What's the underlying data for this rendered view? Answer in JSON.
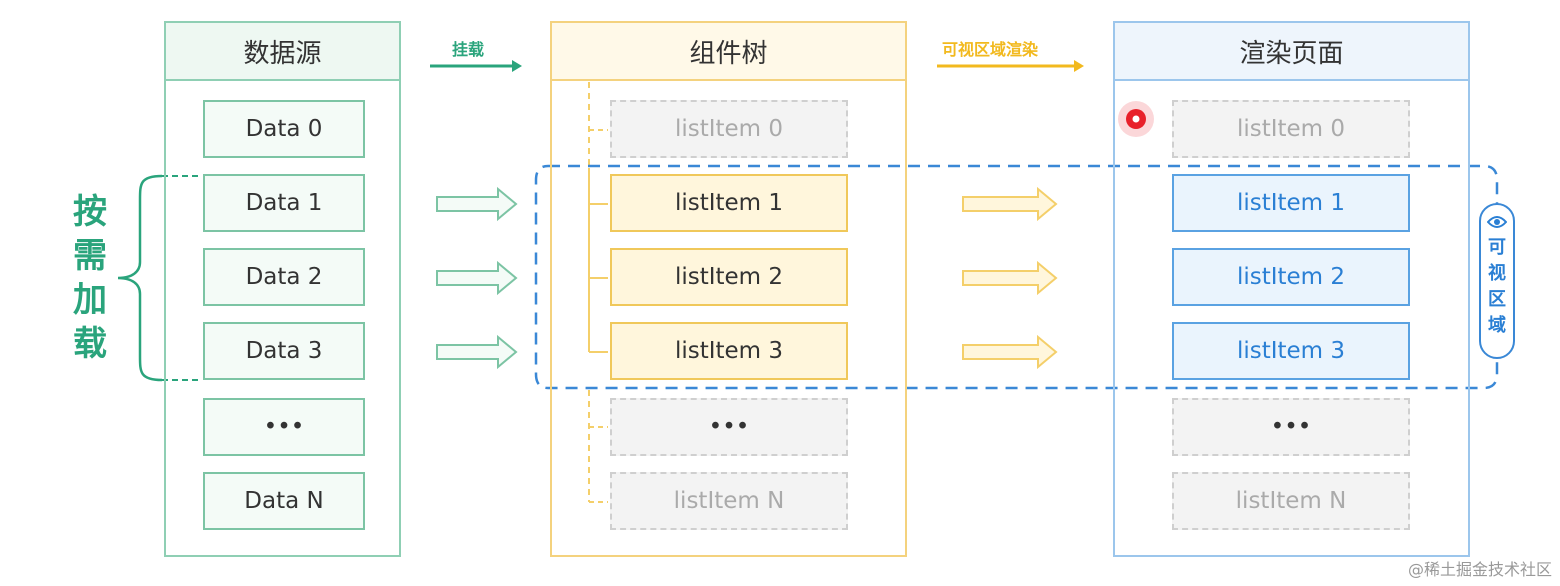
{
  "columns": {
    "data_source": {
      "title": "数据源",
      "items": [
        "Data 0",
        "Data 1",
        "Data 2",
        "Data 3",
        "•••",
        "Data N"
      ]
    },
    "component_tree": {
      "title": "组件树",
      "items": [
        "listItem 0",
        "listItem 1",
        "listItem 2",
        "listItem 3",
        "•••",
        "listItem N"
      ]
    },
    "render_page": {
      "title": "渲染页面",
      "items": [
        "listItem 0",
        "listItem 1",
        "listItem 2",
        "listItem 3",
        "•••",
        "listItem N"
      ]
    }
  },
  "arrows": {
    "mount_label": "挂载",
    "render_label": "可视区域渲染"
  },
  "load_on_demand": "按需加载",
  "visible_area": "可视区域",
  "watermark": "@稀土掘金技术社区",
  "colors": {
    "green": "#2aa47c",
    "yellow": "#f2b91e",
    "blue": "#3a88d6",
    "cursor": "#e8202a"
  }
}
